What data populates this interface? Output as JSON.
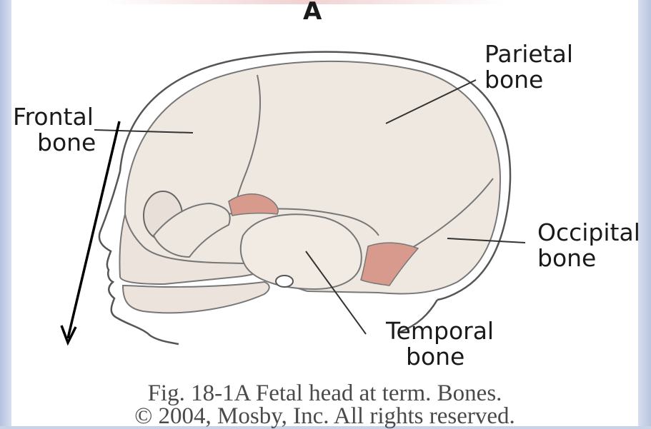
{
  "figure": {
    "panel_letter": "A",
    "labels": {
      "frontal": [
        "Frontal",
        "bone"
      ],
      "parietal": [
        "Parietal",
        "bone"
      ],
      "occipital": [
        "Occipital",
        "bone"
      ],
      "temporal": [
        "Temporal",
        "bone"
      ]
    },
    "caption": {
      "line1": "Fig. 18-1A Fetal head at term. Bones.",
      "line2": "© 2004, Mosby, Inc. All rights reserved."
    }
  },
  "colors": {
    "bone_fill": "#efe8e1",
    "fontanelle_fill": "#d99a8e",
    "outline": "#555555",
    "arrow": "#000000"
  }
}
